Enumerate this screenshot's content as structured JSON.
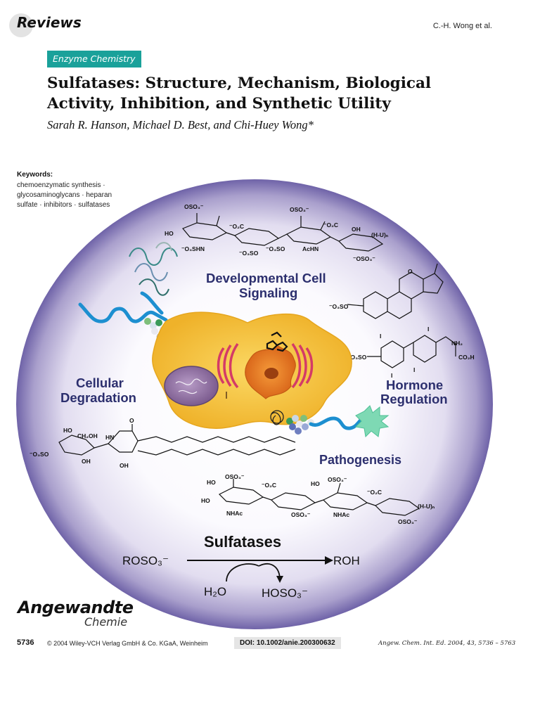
{
  "header": {
    "section": "Reviews",
    "authors_short": "C.-H. Wong et al."
  },
  "article": {
    "category": "Enzyme Chemistry",
    "title": "Sulfatases: Structure, Mechanism, Biological Activity, Inhibition, and Synthetic Utility",
    "authors": "Sarah R. Hanson, Michael D. Best, and Chi-Huey Wong*",
    "keywords_label": "Keywords:",
    "keywords": "chemoenzymatic synthesis · glycosaminoglycans · heparan sulfate · inhibitors · sulfatases"
  },
  "figure": {
    "labels": {
      "developmental_1": "Developmental Cell",
      "developmental_2": "Signaling",
      "cellular_1": "Cellular",
      "cellular_2": "Degradation",
      "hormone_1": "Hormone",
      "hormone_2": "Regulation",
      "pathogenesis": "Pathogenesis",
      "sulfatases": "Sulfatases"
    },
    "reaction": {
      "substrate": "ROSO₃⁻",
      "product": "ROH",
      "water": "H₂O",
      "byproduct": "HOSO₃⁻"
    },
    "chem_text": {
      "top_oso3": "OSO₃⁻",
      "top_ho": "HO",
      "top_o3shn": "⁻O₃SHN",
      "top_o2c": "⁻O₂C",
      "top_o3so": "⁻O₃SO",
      "top_oso3_2": "OSO₃⁻",
      "top_o3so_2": "⁻O₃SO",
      "top_achn": "AcHN",
      "top_o2c_2": "⁻O₂C",
      "top_oh": "OH",
      "top_hu": "(H-U)ₙ",
      "top_oso3_3": "⁻OSO₃⁻",
      "steroid_o": "O",
      "steroid_o3so": "⁻O₃SO",
      "thy_i1": "I",
      "thy_i2": "I",
      "thy_i3": "I",
      "thy_i4": "I",
      "thy_nh2": "NH₂",
      "thy_o3so": "⁻O₃SO",
      "thy_co2h": "CO₂H",
      "cer_ho": "HO",
      "cer_ch2oh": "CH₂OH",
      "cer_o3so": "⁻O₃SO",
      "cer_oh": "OH",
      "cer_hn": "HN",
      "cer_o": "O",
      "cer_oh2": "OH",
      "bot_ho": "HO",
      "bot_oso3": "OSO₃⁻",
      "bot_ho2": "HO",
      "bot_o2c": "⁻O₂C",
      "bot_ho3": "HO",
      "bot_oso3_2": "OSO₃⁻",
      "bot_o2c_2": "⁻O₂C",
      "bot_nhac": "NHAc",
      "bot_oso3_3": "OSO₃⁻",
      "bot_nhac2": "NHAc",
      "bot_oso3_4": "OSO₃⁻",
      "bot_hu": "(H-U)ₙ"
    }
  },
  "logo": {
    "main": "Angewandte",
    "sub": "Chemie"
  },
  "footer": {
    "page": "5736",
    "copyright": "© 2004 Wiley-VCH Verlag GmbH & Co. KGaA, Weinheim",
    "doi": "DOI: 10.1002/anie.200300632",
    "citation": "Angew. Chem. Int. Ed. 2004, 43, 5736 – 5763"
  },
  "colors": {
    "category_bg": "#1aa19a",
    "circle_edge": "#7b6fb0",
    "cell_fill": "#f4c43c",
    "nucleus_fill": "#e4781c",
    "label_color": "#2c2f6e"
  }
}
